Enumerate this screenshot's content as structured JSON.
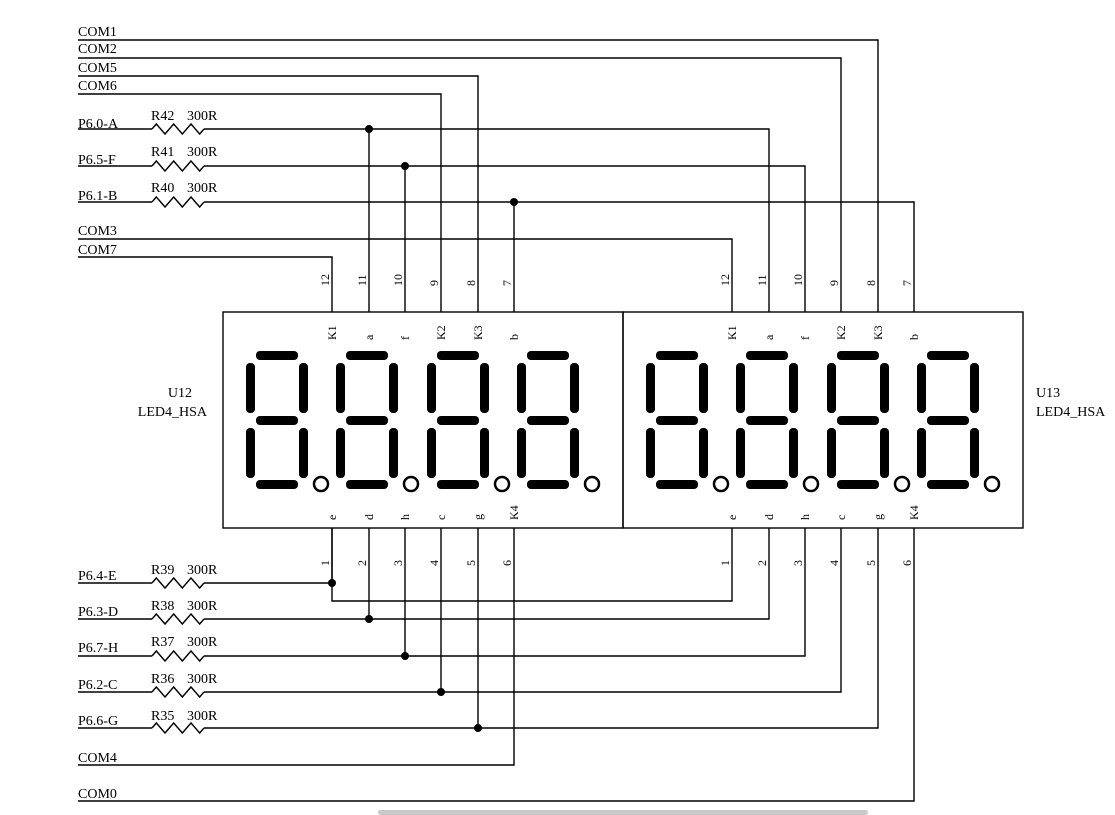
{
  "nets": {
    "top": [
      "COM1",
      "COM2",
      "COM5",
      "COM6"
    ],
    "top_resistive": [
      {
        "net": "P6.0-A",
        "ref": "R42",
        "value": "300R"
      },
      {
        "net": "P6.5-F",
        "ref": "R41",
        "value": "300R"
      },
      {
        "net": "P6.1-B",
        "ref": "R40",
        "value": "300R"
      }
    ],
    "mid": [
      "COM3",
      "COM7"
    ],
    "bottom_resistive": [
      {
        "net": "P6.4-E",
        "ref": "R39",
        "value": "300R"
      },
      {
        "net": "P6.3-D",
        "ref": "R38",
        "value": "300R"
      },
      {
        "net": "P6.7-H",
        "ref": "R37",
        "value": "300R"
      },
      {
        "net": "P6.2-C",
        "ref": "R36",
        "value": "300R"
      },
      {
        "net": "P6.6-G",
        "ref": "R35",
        "value": "300R"
      }
    ],
    "bottom": [
      "COM4",
      "COM0"
    ]
  },
  "displays": [
    {
      "designator": "U12",
      "part": "LED4_HSA"
    },
    {
      "designator": "U13",
      "part": "LED4_HSA"
    }
  ],
  "top_pins": {
    "numbers": [
      "12",
      "11",
      "10",
      "9",
      "8",
      "7"
    ],
    "names": [
      "K1",
      "a",
      "f",
      "K2",
      "K3",
      "b"
    ]
  },
  "bottom_pins": {
    "numbers": [
      "1",
      "2",
      "3",
      "4",
      "5",
      "6"
    ],
    "names": [
      "e",
      "d",
      "h",
      "c",
      "g",
      "K4"
    ]
  }
}
